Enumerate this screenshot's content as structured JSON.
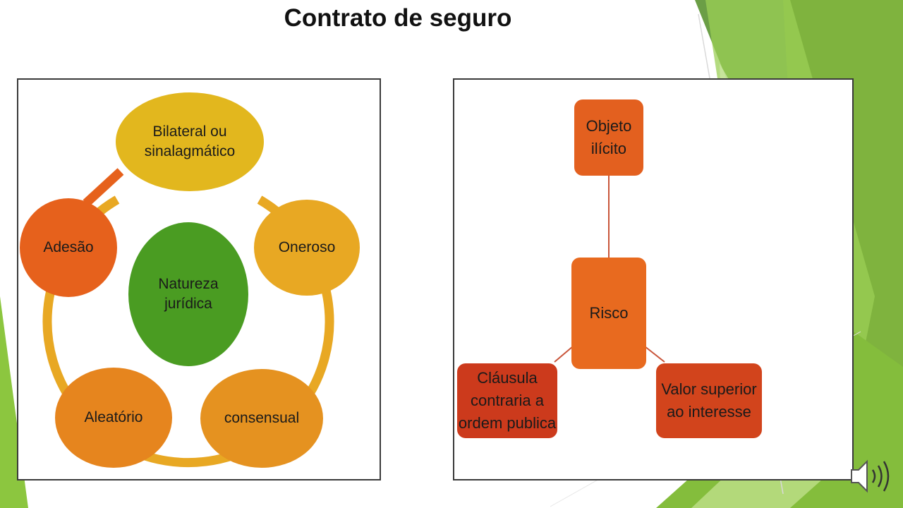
{
  "slide": {
    "title": "Contrato de seguro"
  },
  "left_diagram": {
    "center": {
      "label": "Natureza\njurídica",
      "color": "#4a9c22"
    },
    "items": [
      {
        "label": "Bilateral ou\nsinalagmático",
        "color": "#e2b71e"
      },
      {
        "label": "Oneroso",
        "color": "#e8a823"
      },
      {
        "label": "consensual",
        "color": "#e59220"
      },
      {
        "label": "Aleatório",
        "color": "#e6851e"
      },
      {
        "label": "Adesão",
        "color": "#e6611c"
      }
    ],
    "ring_color": "#e8a823"
  },
  "right_diagram": {
    "center": {
      "label": "Risco",
      "color": "#e86a1f"
    },
    "nodes": [
      {
        "label": "Objeto\nilícito",
        "color": "#e3601f"
      },
      {
        "label": "Cláusula\ncontraria a\nordem publica",
        "color": "#cc3a1c"
      },
      {
        "label": "Valor superior\nao interesse",
        "color": "#d2441c"
      }
    ],
    "connector_color": "#c9553a"
  },
  "theme": {
    "accent_dark": "#5f9a3a",
    "accent_light": "#8cc63f",
    "accent_pale": "#c8e49a"
  },
  "icons": {
    "audio": "speaker-icon"
  }
}
